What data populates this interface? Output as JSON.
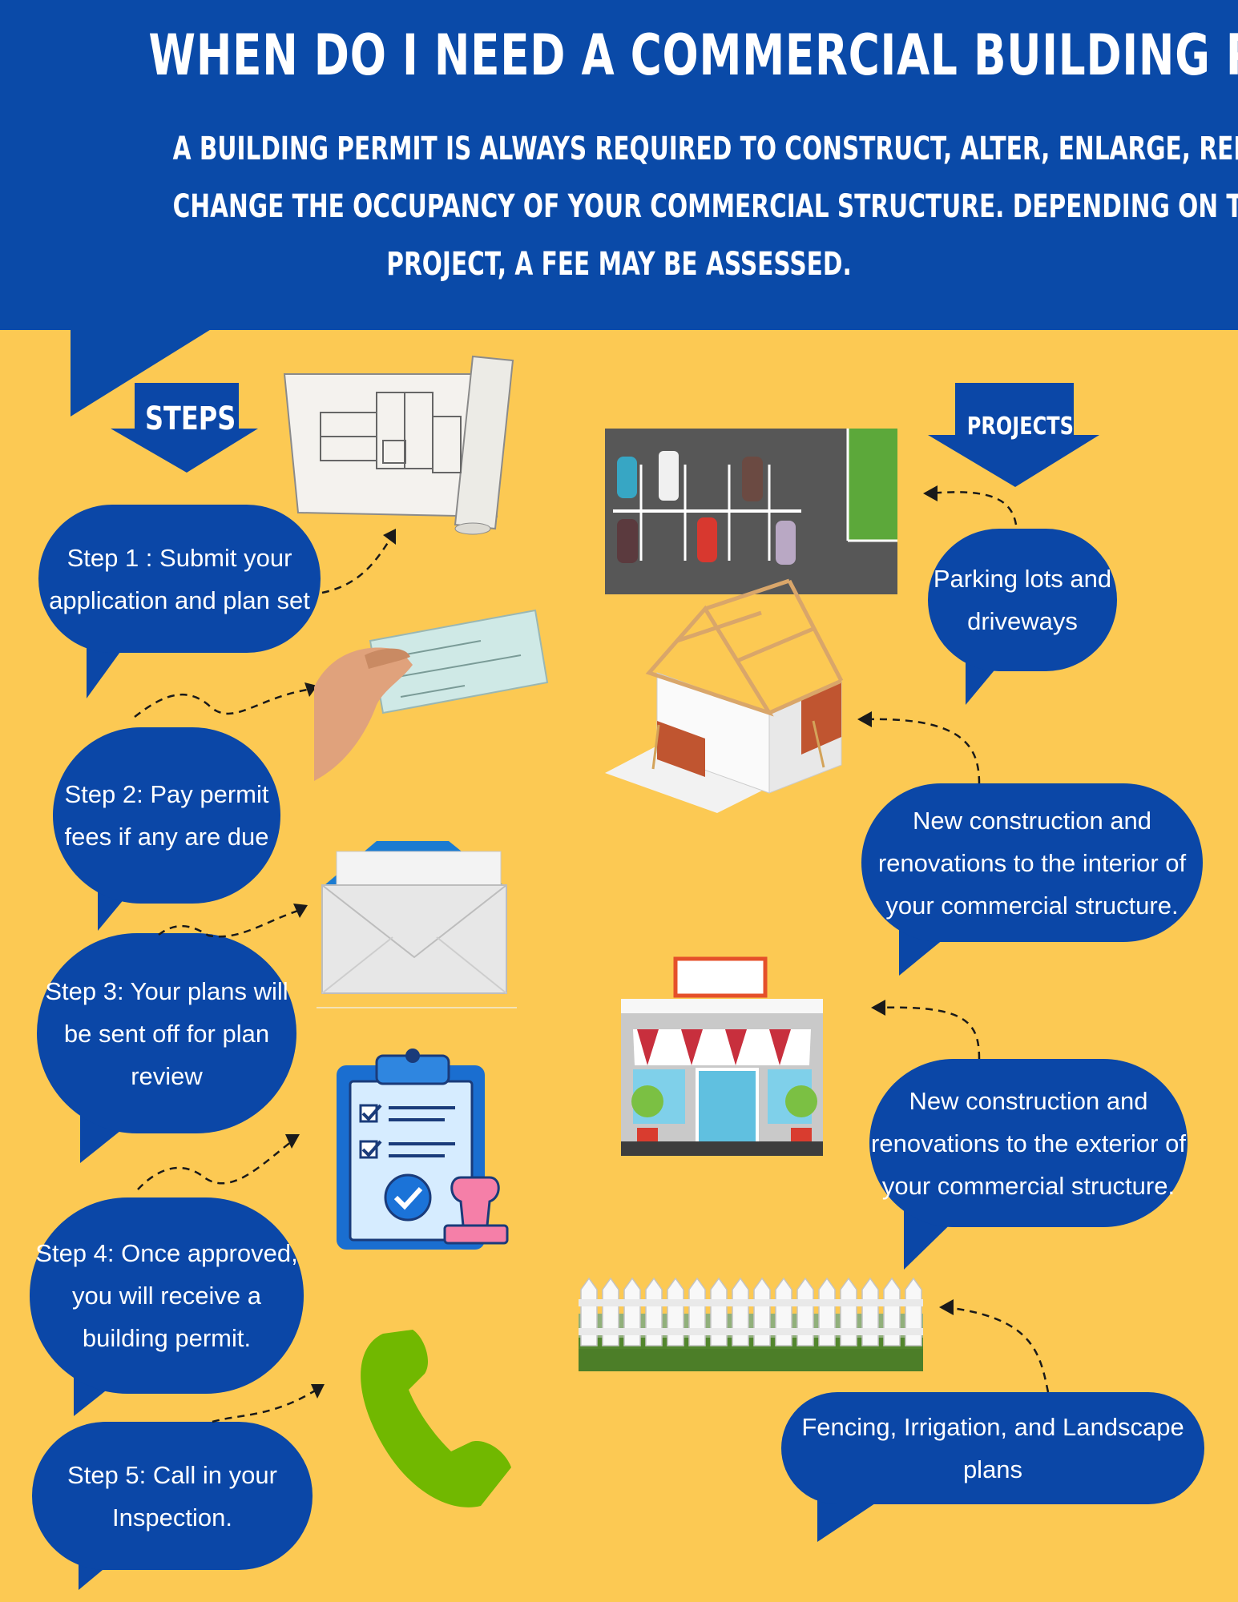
{
  "header": {
    "title": "WHEN DO I NEED A COMMERCIAL BUILDING PERMIT?",
    "subtitle_lines": [
      "A BUILDING PERMIT IS ALWAYS REQUIRED TO CONSTRUCT, ALTER, ENLARGE, REPAIR, DEMOLISH, OR",
      "CHANGE THE OCCUPANCY OF YOUR COMMERCIAL STRUCTURE.  DEPENDING ON THE EXTENT OF THE",
      "PROJECT,  A FEE  MAY BE ASSESSED."
    ]
  },
  "steps_label": "STEPS",
  "projects_label": "PROJECTS",
  "steps": [
    {
      "lines": [
        "Step 1 : Submit your",
        "application and plan set"
      ]
    },
    {
      "lines": [
        "Step 2: Pay permit",
        "fees if any are due"
      ]
    },
    {
      "lines": [
        "Step 3: Your plans will",
        "be sent off for plan",
        "review"
      ]
    },
    {
      "lines": [
        "Step 4: Once approved,",
        "you will receive a",
        "building permit."
      ]
    },
    {
      "lines": [
        "Step 5: Call in your",
        "Inspection."
      ]
    }
  ],
  "projects": [
    {
      "lines": [
        "Parking lots and",
        "driveways"
      ]
    },
    {
      "lines": [
        "New construction and",
        "renovations to the interior of",
        "your commercial structure."
      ]
    },
    {
      "lines": [
        "New construction and",
        "renovations to the exterior of",
        "your commercial structure."
      ]
    },
    {
      "lines": [
        "Fencing, Irrigation, and Landscape",
        "plans"
      ]
    }
  ],
  "colors": {
    "header_blue": "#0a4aa8",
    "bubble_blue": "#0b47a7",
    "background_yellow": "#fcc953",
    "phone_green": "#71b800"
  },
  "icons": [
    "blueprint-icon",
    "check-in-hand-icon",
    "envelope-icon",
    "approved-clipboard-icon",
    "phone-icon",
    "parking-lot-icon",
    "house-construction-icon",
    "storefront-icon",
    "fence-icon"
  ]
}
